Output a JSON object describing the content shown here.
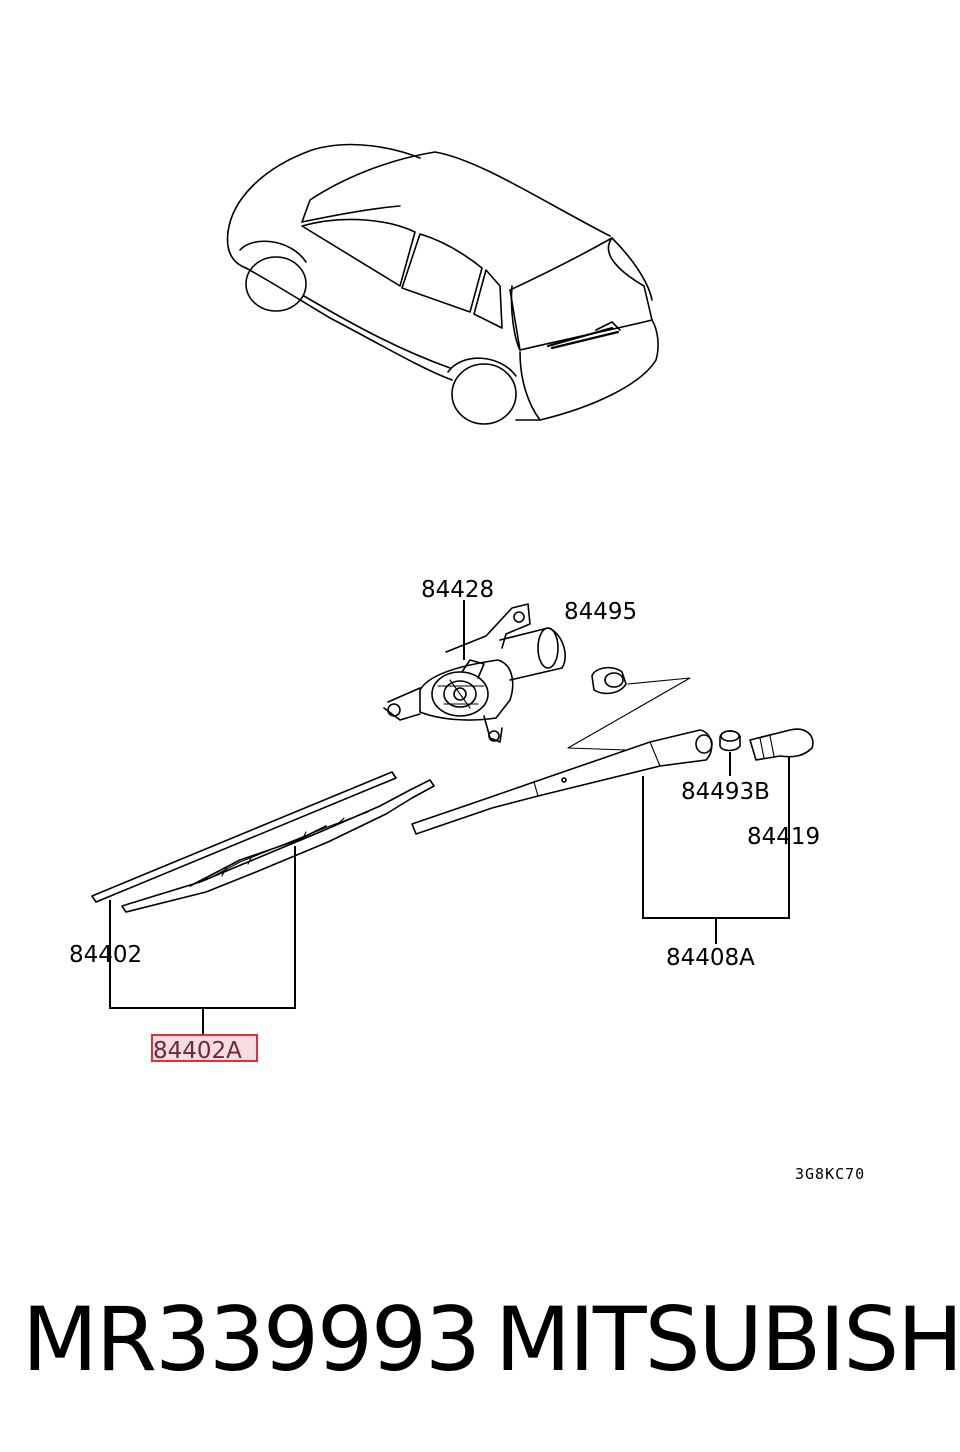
{
  "diagram": {
    "callouts": {
      "wiper_motor": "84428",
      "pivot_cap": "84495",
      "arm_nut": "84493B",
      "arm_cover": "84419",
      "blade_rubber": "84402",
      "arm_assembly": "84408A",
      "blade_assembly": "84402A"
    },
    "figure_code": "3G8KC70",
    "highlight_color": "#e0303a"
  },
  "footer": {
    "part_number": "MR339993",
    "brand": "MITSUBISHI"
  }
}
